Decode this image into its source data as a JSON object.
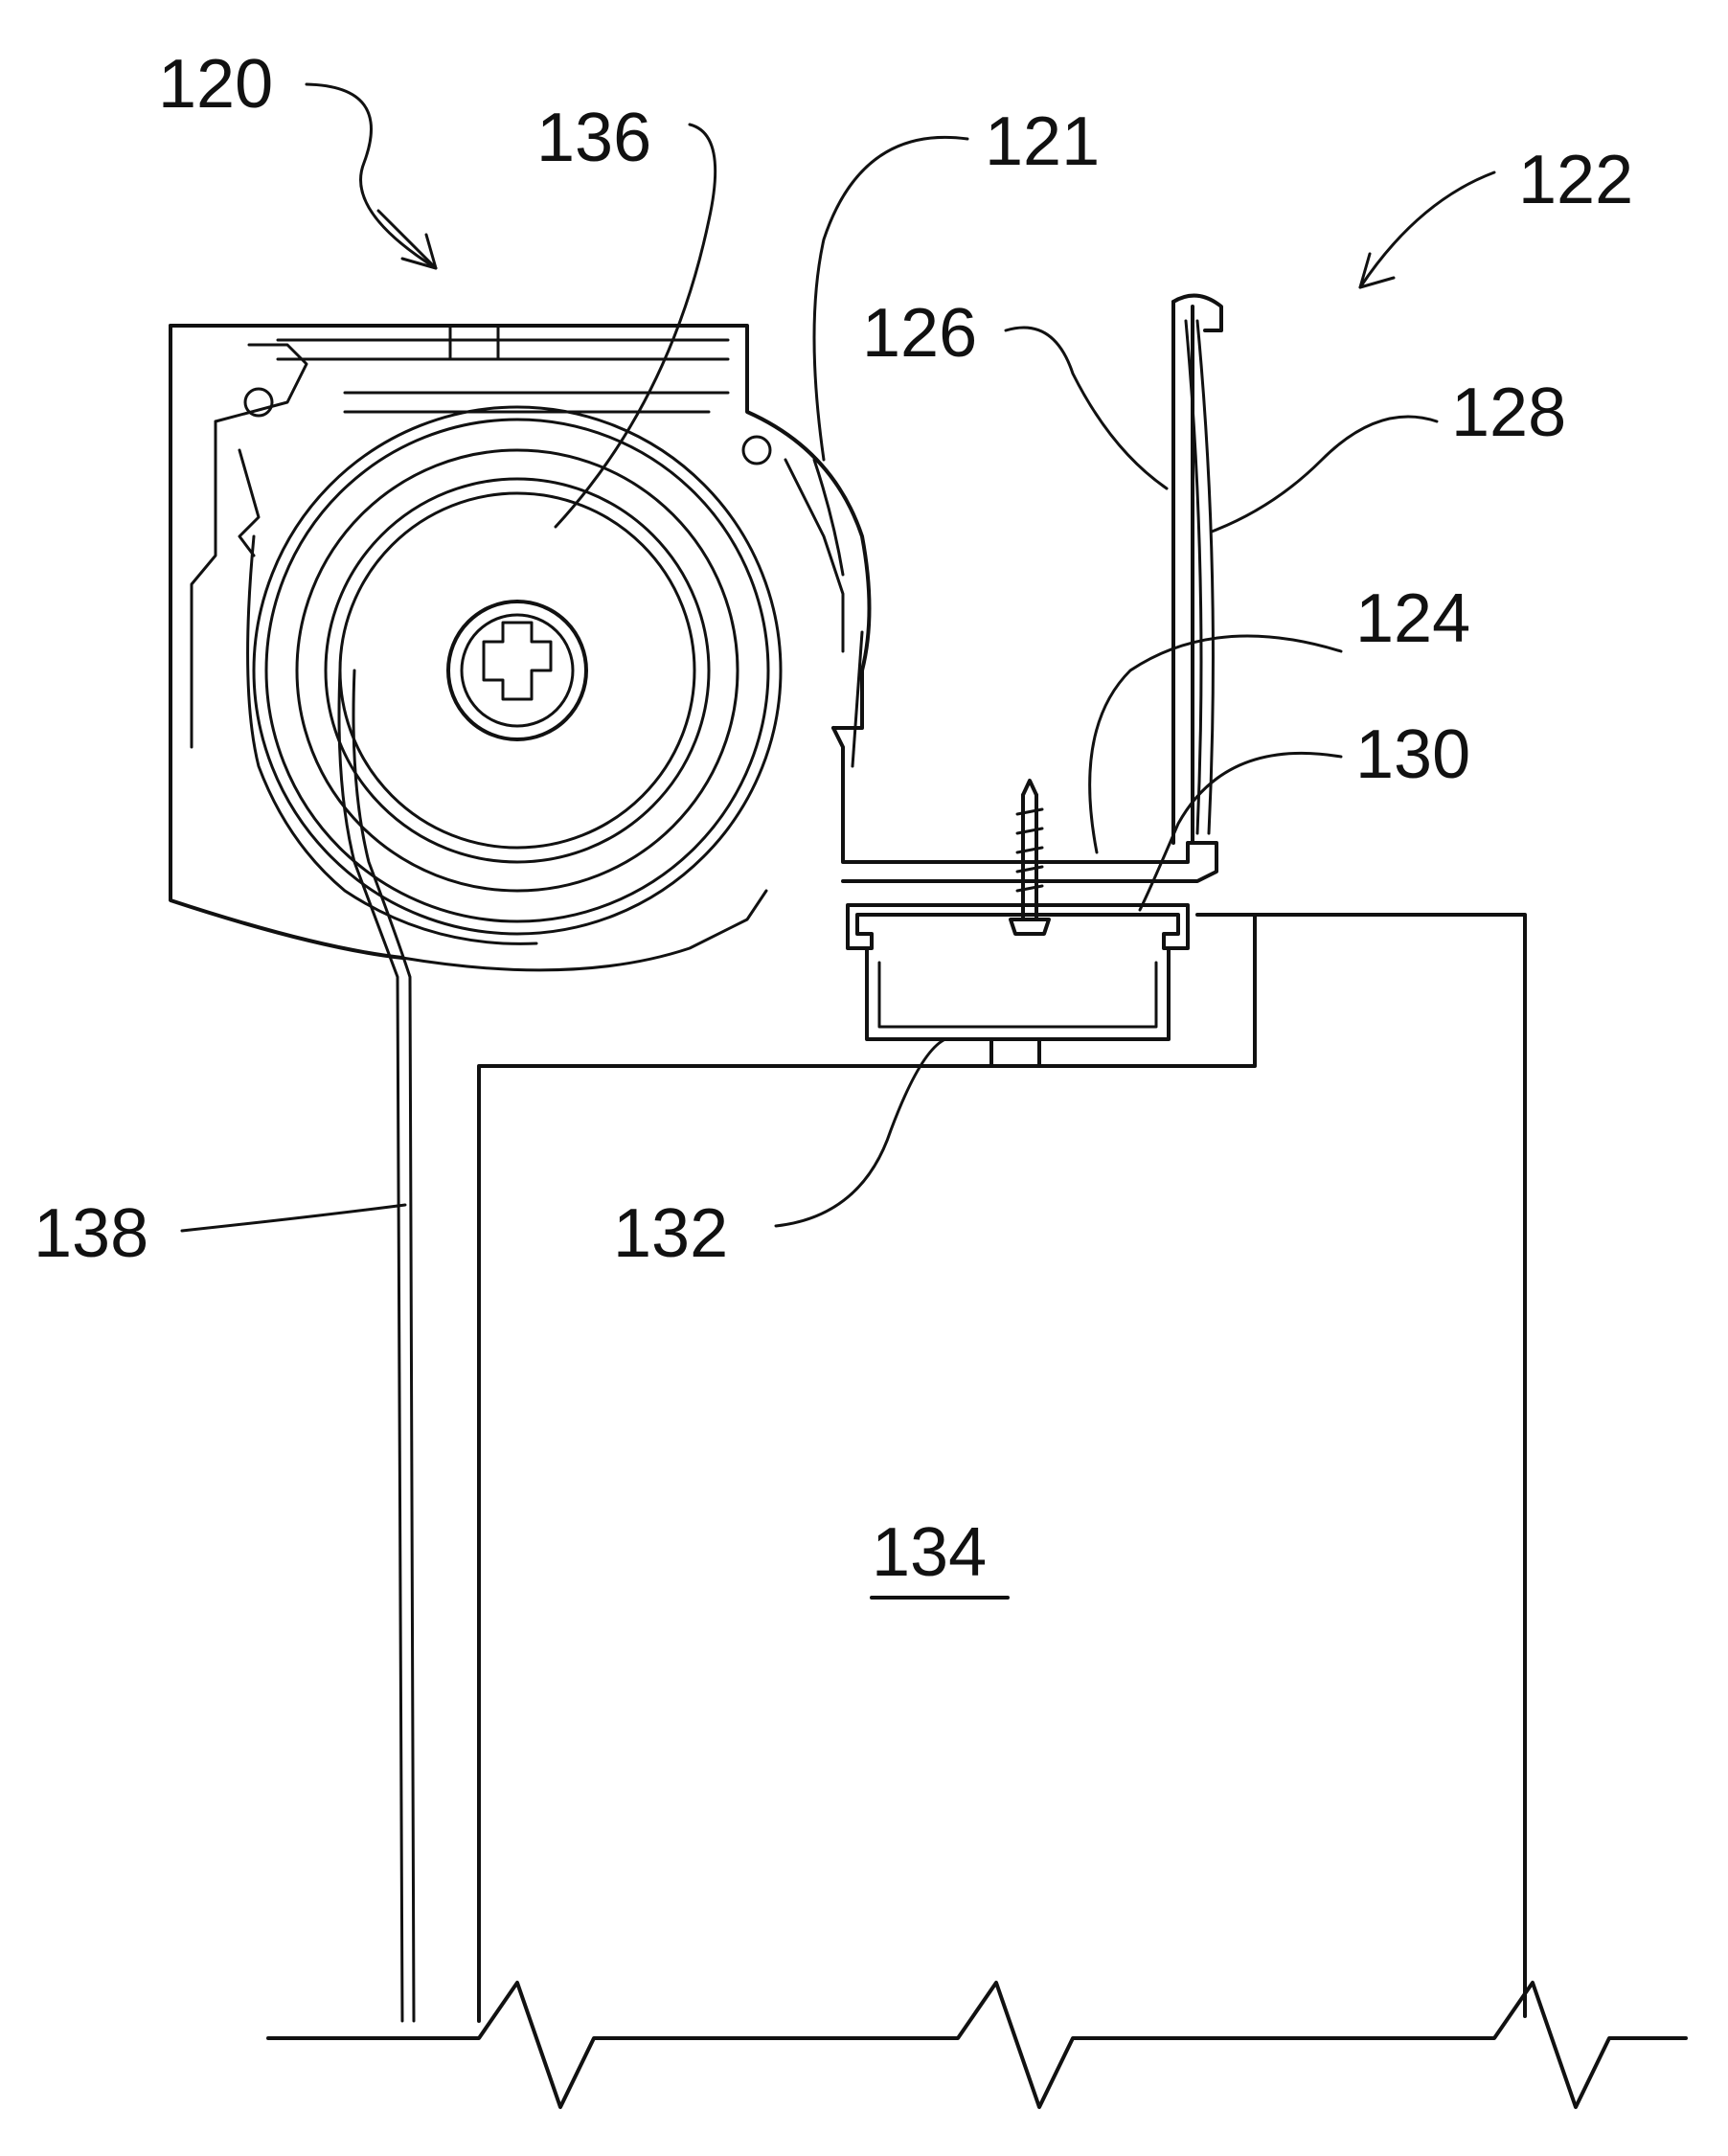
{
  "labels": {
    "assembly": "120",
    "spring_roller": "136",
    "housing": "121",
    "mount_assembly": "122",
    "panel_inner": "126",
    "panel_outer": "128",
    "bracket": "124",
    "rail": "130",
    "spacer": "132",
    "cord": "138",
    "frame": "134"
  }
}
